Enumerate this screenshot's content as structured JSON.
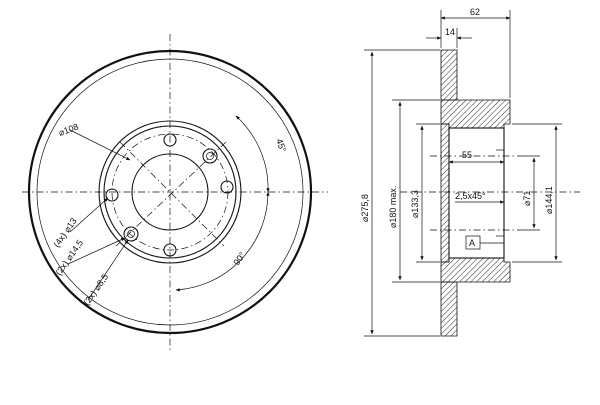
{
  "front_view": {
    "labels": {
      "center_bore": "⌀108",
      "bolt_hole": "(4x) ⌀13",
      "stud_hole": "(2x) ⌀14,5",
      "pilot_hole": "(2x) ⌀8,5",
      "angle_small": "45°",
      "angle_large": "90°"
    }
  },
  "side_view": {
    "labels": {
      "overall_width": "62",
      "flange_thickness": "14",
      "outer_diameter": "⌀275,8",
      "min_thickness": "⌀180 max.",
      "hub_diameter": "⌀133,3",
      "hat_depth": "55",
      "chamfer": "2,5x45°",
      "center_hole": "⌀71",
      "pcd": "⌀144,1",
      "datum": "A"
    }
  },
  "colors": {
    "line": "#111111",
    "background": "#ffffff"
  }
}
